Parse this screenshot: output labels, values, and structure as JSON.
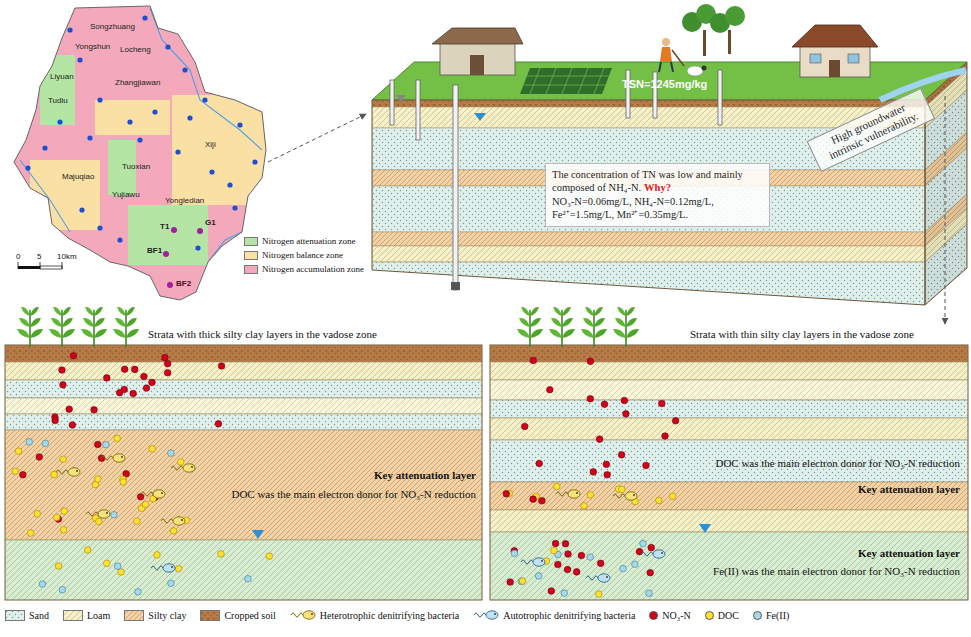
{
  "diagram": {
    "nodes": [
      {
        "text": [
          "The concentration of TN was low and mainly composed of NH₄-N.",
          "Why?",
          "NO₃-N=0.06mg/L, NH₄-N=0.12mg/L, Fe²⁺=1.5mg/L, Mn²⁺=0.35mg/L."
        ]
      },
      {
        "text": [
          "High groundwater intrinsic vulnerability."
        ]
      },
      {
        "text": [
          "Key attenuation layer",
          "DOC was the main electron donor for NO₃-N reduction"
        ]
      },
      {
        "text": [
          "DOC was the main electron donor for NO₃-N reduction",
          "Key attenuation layer"
        ]
      },
      {
        "text": [
          "Key attenuation layer",
          "Fe(II) was the main electron donor for NO₃-N reduction"
        ]
      }
    ],
    "labels": [
      "Songzhuang",
      "Yongshun",
      "Locheng",
      "Liyuan",
      "Zhangjiawan",
      "Tudiu",
      "Xiji",
      "Tuoxian",
      "Yujiawu",
      "Yongledian",
      "Majuqiao",
      "T1",
      "G1",
      "BF1",
      "BF2",
      "0",
      "5",
      "10km",
      "TSN=1245mg/kg",
      "Strata with thick silty clay layers in the vadose zone",
      "Strata with thin silty clay layers in the vadose zone"
    ],
    "legend": [
      {
        "text": "Nitrogen attenuation zone",
        "color": "#b5e5a4"
      },
      {
        "text": "Nitrogen balance zone",
        "color": "#fbe0a6"
      },
      {
        "text": "Nitrogen accumulation zone",
        "color": "#f3a9bb"
      },
      {
        "text": "Sand"
      },
      {
        "text": "Loam"
      },
      {
        "text": "Silty clay"
      },
      {
        "text": "Cropped soil"
      },
      {
        "text": "Heterotrophic denitrifying bacteria"
      },
      {
        "text": "Autotrophic denitrifying bacteria"
      },
      {
        "text": "NO₃-N",
        "color": "#d0021b"
      },
      {
        "text": "DOC",
        "color": "#ffe033"
      },
      {
        "text": "Fe(II)",
        "color": "#a7d8ea"
      }
    ]
  }
}
